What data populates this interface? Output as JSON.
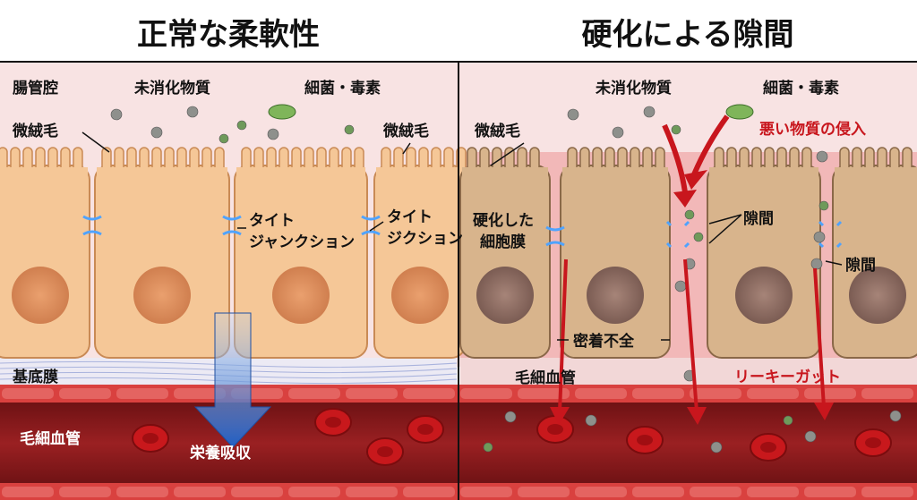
{
  "left": {
    "title": "正常な柔軟性",
    "lumen": "腸管腔",
    "undigested": "未消化物質",
    "bacteria": "細菌・毒素",
    "microvilli_1": "微絨毛",
    "microvilli_2": "微絨毛",
    "tj1_line1": "タイト",
    "tj1_line2": "ジャンクション",
    "tj2_line1": "タイト",
    "tj2_line2": "ジクション",
    "basement": "基底膜",
    "capillary": "毛細血管",
    "absorption": "栄養吸収"
  },
  "right": {
    "title": "硬化による隙間",
    "undigested": "未消化物質",
    "bacteria": "細菌・毒素",
    "invasion": "悪い物質の侵入",
    "microvilli": "微絨毛",
    "membrane_line1": "硬化した",
    "membrane_line2": "細胞膜",
    "gap_1": "隙間",
    "gap_2": "隙間",
    "poor_adhesion": "密着不全",
    "capillary": "毛細血管",
    "leaky_gut": "リーキーガット"
  },
  "colors": {
    "healthy_cell": "#f5c797",
    "stiff_cell": "#d8b48c",
    "lumen": "#f8e3e3",
    "blood": "#8d1a1c",
    "arrow_red": "#c8161d",
    "arrow_blue": "#2a66c8"
  }
}
